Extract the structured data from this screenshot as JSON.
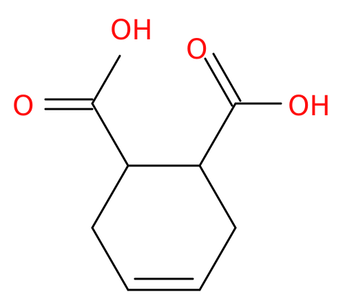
{
  "molecule": {
    "atom_color": "#ff0d0d",
    "bond_color": "#000000",
    "background": "#ffffff",
    "labels": {
      "hydroxyl_left": "OH",
      "carbonyl_left": "O",
      "carbonyl_right": "O",
      "hydroxyl_right": "OH"
    }
  }
}
